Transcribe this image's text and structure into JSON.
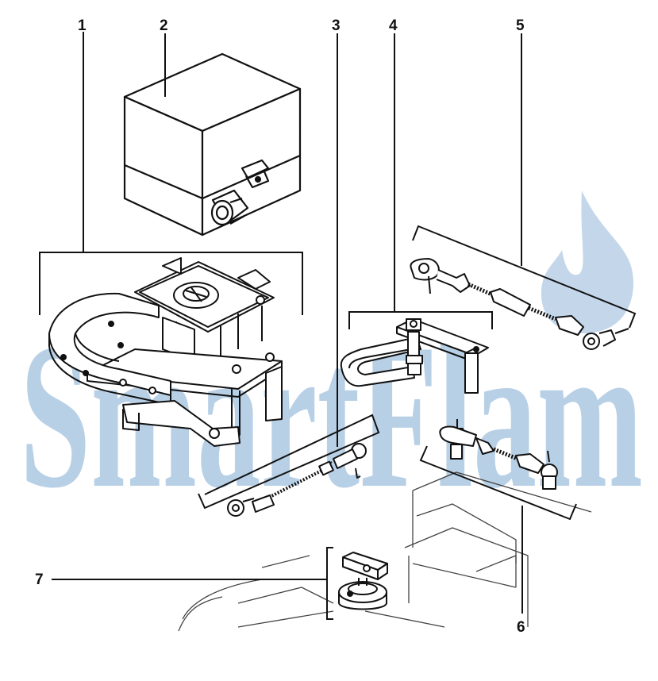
{
  "watermark": {
    "text": "SmartFlam",
    "color": "#b8d0e6"
  },
  "callouts": {
    "c1": "1",
    "c2": "2",
    "c3": "3",
    "c4": "4",
    "c5": "5",
    "c6": "6",
    "c7": "7"
  },
  "colors": {
    "line": "#111111",
    "background": "#ffffff"
  }
}
